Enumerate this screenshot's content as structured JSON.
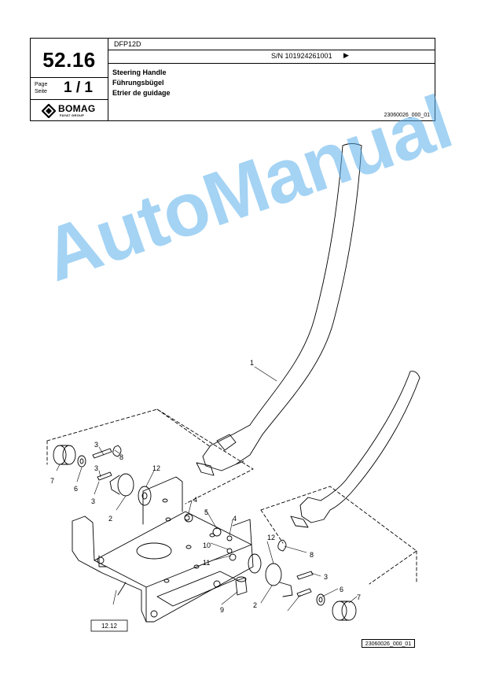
{
  "header": {
    "group_number": "52.16",
    "model": "DFP12D",
    "serial": "S/N 101924261001",
    "serial_arrow": "▶",
    "page_label_line1": "Page",
    "page_label_line2": "Seite",
    "page": "1 / 1",
    "title_en": "Steering Handle",
    "title_de": "Führungsbügel",
    "title_fr": "Etrier de guidage",
    "doc_number": "23060026_000_01",
    "logo_text": "BOMAG",
    "logo_sub": "FAYAT GROUP"
  },
  "diagram": {
    "callouts": {
      "c1": "1",
      "c2a": "2",
      "c2b": "2",
      "c3a": "3",
      "c3b": "3",
      "c3c": "3",
      "c3d": "3",
      "c4a": "4",
      "c4b": "4",
      "c5": "5",
      "c6a": "6",
      "c6b": "6",
      "c7a": "7",
      "c7b": "7",
      "c8a": "8",
      "c8b": "8",
      "c9": "9",
      "c10": "10",
      "c11": "11",
      "c12a": "12",
      "c12b": "12"
    },
    "ref_box": "12.12"
  },
  "watermark": "AutoManual",
  "footer": {
    "image_id": "23060026_000_01"
  }
}
